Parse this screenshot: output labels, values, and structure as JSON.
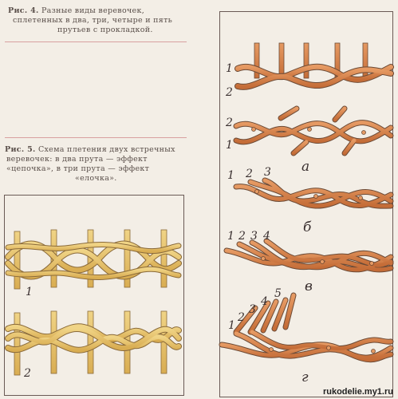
{
  "fig4": {
    "label": "Рис. 4.",
    "lines": [
      "Разные виды веревочек,",
      "сплетенных в два, три, четыре и пять",
      "прутьев с прокладкой."
    ]
  },
  "fig5": {
    "label": "Рис. 5.",
    "lines": [
      "Схема плетения двух встречных",
      "веревочек: в два прута — эффект",
      "«цепочка», в три прута — эффект",
      "«елочка»."
    ]
  },
  "left_panel": {
    "labels": [
      "1",
      "2"
    ]
  },
  "right_panel": {
    "top_labels": [
      "1",
      "2"
    ],
    "a": {
      "rods": [
        "2",
        "1"
      ],
      "letter": "а"
    },
    "b": {
      "rods": [
        "1",
        "2",
        "3"
      ],
      "letter": "б"
    },
    "v": {
      "rods": [
        "1",
        "2",
        "3",
        "4"
      ],
      "letter": "в"
    },
    "g": {
      "rods": [
        "1",
        "2",
        "3",
        "4",
        "5"
      ],
      "letter": "г"
    }
  },
  "colors": {
    "rod_orange": "#cf7a45",
    "rod_yellow": "#e3c06a",
    "outline": "#6b4a36"
  },
  "watermark": "rukodelie.my1.ru"
}
